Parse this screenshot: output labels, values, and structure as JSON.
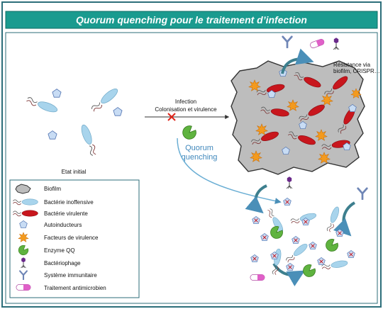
{
  "title": "Quorum quenching pour le traitement d’infection",
  "initial_state_label": "Etat initial",
  "arrow_infection": {
    "line1": "Infection",
    "line2": "Colonisation et virulence"
  },
  "quorum_quenching": {
    "line1": "Quorum",
    "line2": "quenching"
  },
  "resistance": {
    "line1": "Résistance via",
    "line2": "biofilm, CRISPR…"
  },
  "legend": [
    {
      "icon": "biofilm-icon",
      "label": "Biofilm"
    },
    {
      "icon": "harmless-bacteria-icon",
      "label": "Bactérie inoffensive"
    },
    {
      "icon": "virulent-bacteria-icon",
      "label": "Bactérie virulente"
    },
    {
      "icon": "autoinducer-icon",
      "label": "Autoinducteurs"
    },
    {
      "icon": "virulence-factor-icon",
      "label": "Facteurs de virulence"
    },
    {
      "icon": "qq-enzyme-icon",
      "label": "Enzyme QQ"
    },
    {
      "icon": "bacteriophage-icon",
      "label": "Bactériophage"
    },
    {
      "icon": "immune-system-icon",
      "label": "Système immunitaire"
    },
    {
      "icon": "antimicrobial-icon",
      "label": "Traitement antimicrobien"
    }
  ],
  "colors": {
    "header": "#1a9b8f",
    "border": "#2c6e7a",
    "bacteria_light": "#a8d4ec",
    "bacteria_red": "#c8161d",
    "autoinducer": "#c8dcf4",
    "virulence": "#f39a1e",
    "enzyme": "#5fb33f",
    "biofilm": "#bdbdbd",
    "arrow": "#4a8fb8"
  }
}
